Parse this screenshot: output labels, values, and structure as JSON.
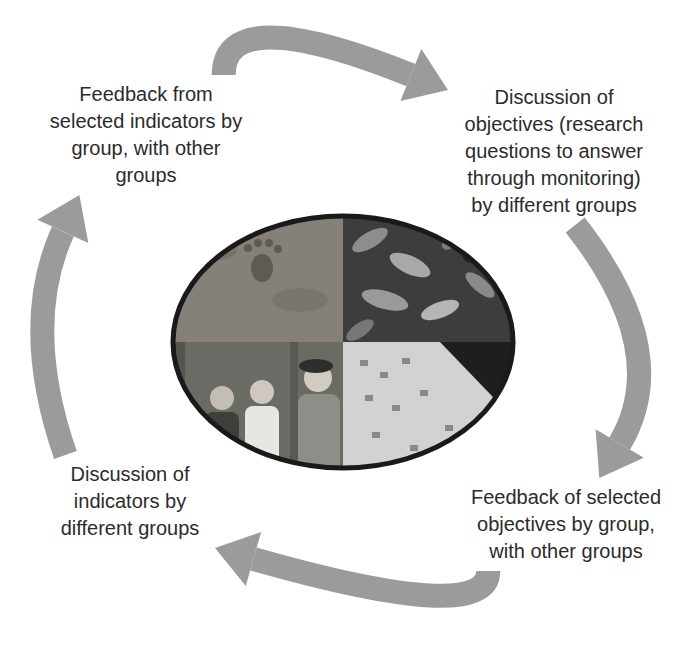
{
  "diagram": {
    "nodes": [
      {
        "text": [
          "Feedback from selected indicators by group, with other groups"
        ]
      },
      {
        "text": [
          "Discussion of objectives (research questions to answer through monitoring) by different groups"
        ]
      },
      {
        "text": [
          "Feedback of selected objectives by group, with other groups"
        ]
      },
      {
        "text": [
          "Discussion of indicators by different groups"
        ]
      }
    ],
    "edges": [
      {
        "from": 0,
        "to": 1,
        "arrow": "to"
      },
      {
        "from": 1,
        "to": 2,
        "arrow": "to"
      },
      {
        "from": 2,
        "to": 3,
        "arrow": "to"
      },
      {
        "from": 3,
        "to": 0,
        "arrow": "to"
      }
    ]
  }
}
